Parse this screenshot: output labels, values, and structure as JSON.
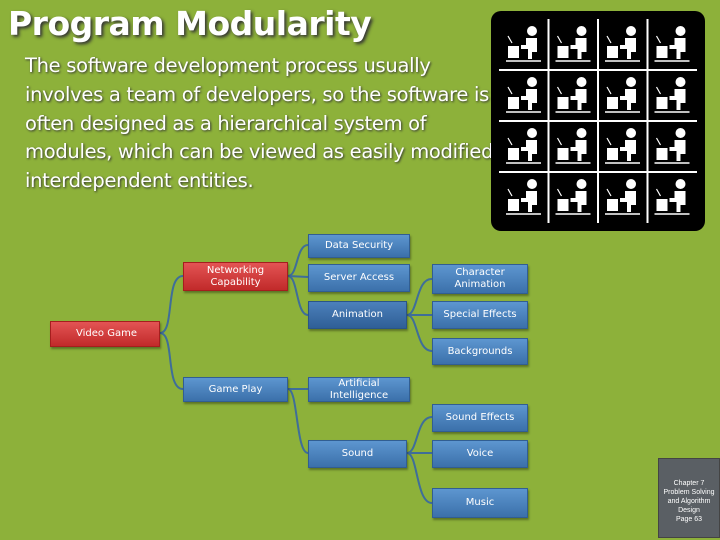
{
  "slide": {
    "title": "Program Modularity",
    "body": "The software development process usually involves a team of developers, so the software is often designed as a hierarchical system of modules, which can be viewed as easily modified interdependent entities."
  },
  "diagram": {
    "root": "Video Game",
    "level1": {
      "networking": "Networking Capability",
      "gameplay": "Game Play"
    },
    "level2": {
      "data_security": "Data Security",
      "server_access": "Server Access",
      "animation": "Animation",
      "ai": "Artificial Intelligence",
      "sound": "Sound"
    },
    "level3": {
      "character_animation": "Character Animation",
      "special_effects": "Special Effects",
      "backgrounds": "Backgrounds",
      "sound_effects": "Sound Effects",
      "voice": "Voice",
      "music": "Music"
    }
  },
  "footer": {
    "chapter": "Chapter 7",
    "book": "Problem Solving and Algorithm Design",
    "page": "Page 63"
  },
  "colors": {
    "background": "#8db13a",
    "root_box": "#c12a2a",
    "level1_box": "#c12a2a",
    "level2_box": "#3b70aa",
    "connector": "#3f6e99"
  }
}
